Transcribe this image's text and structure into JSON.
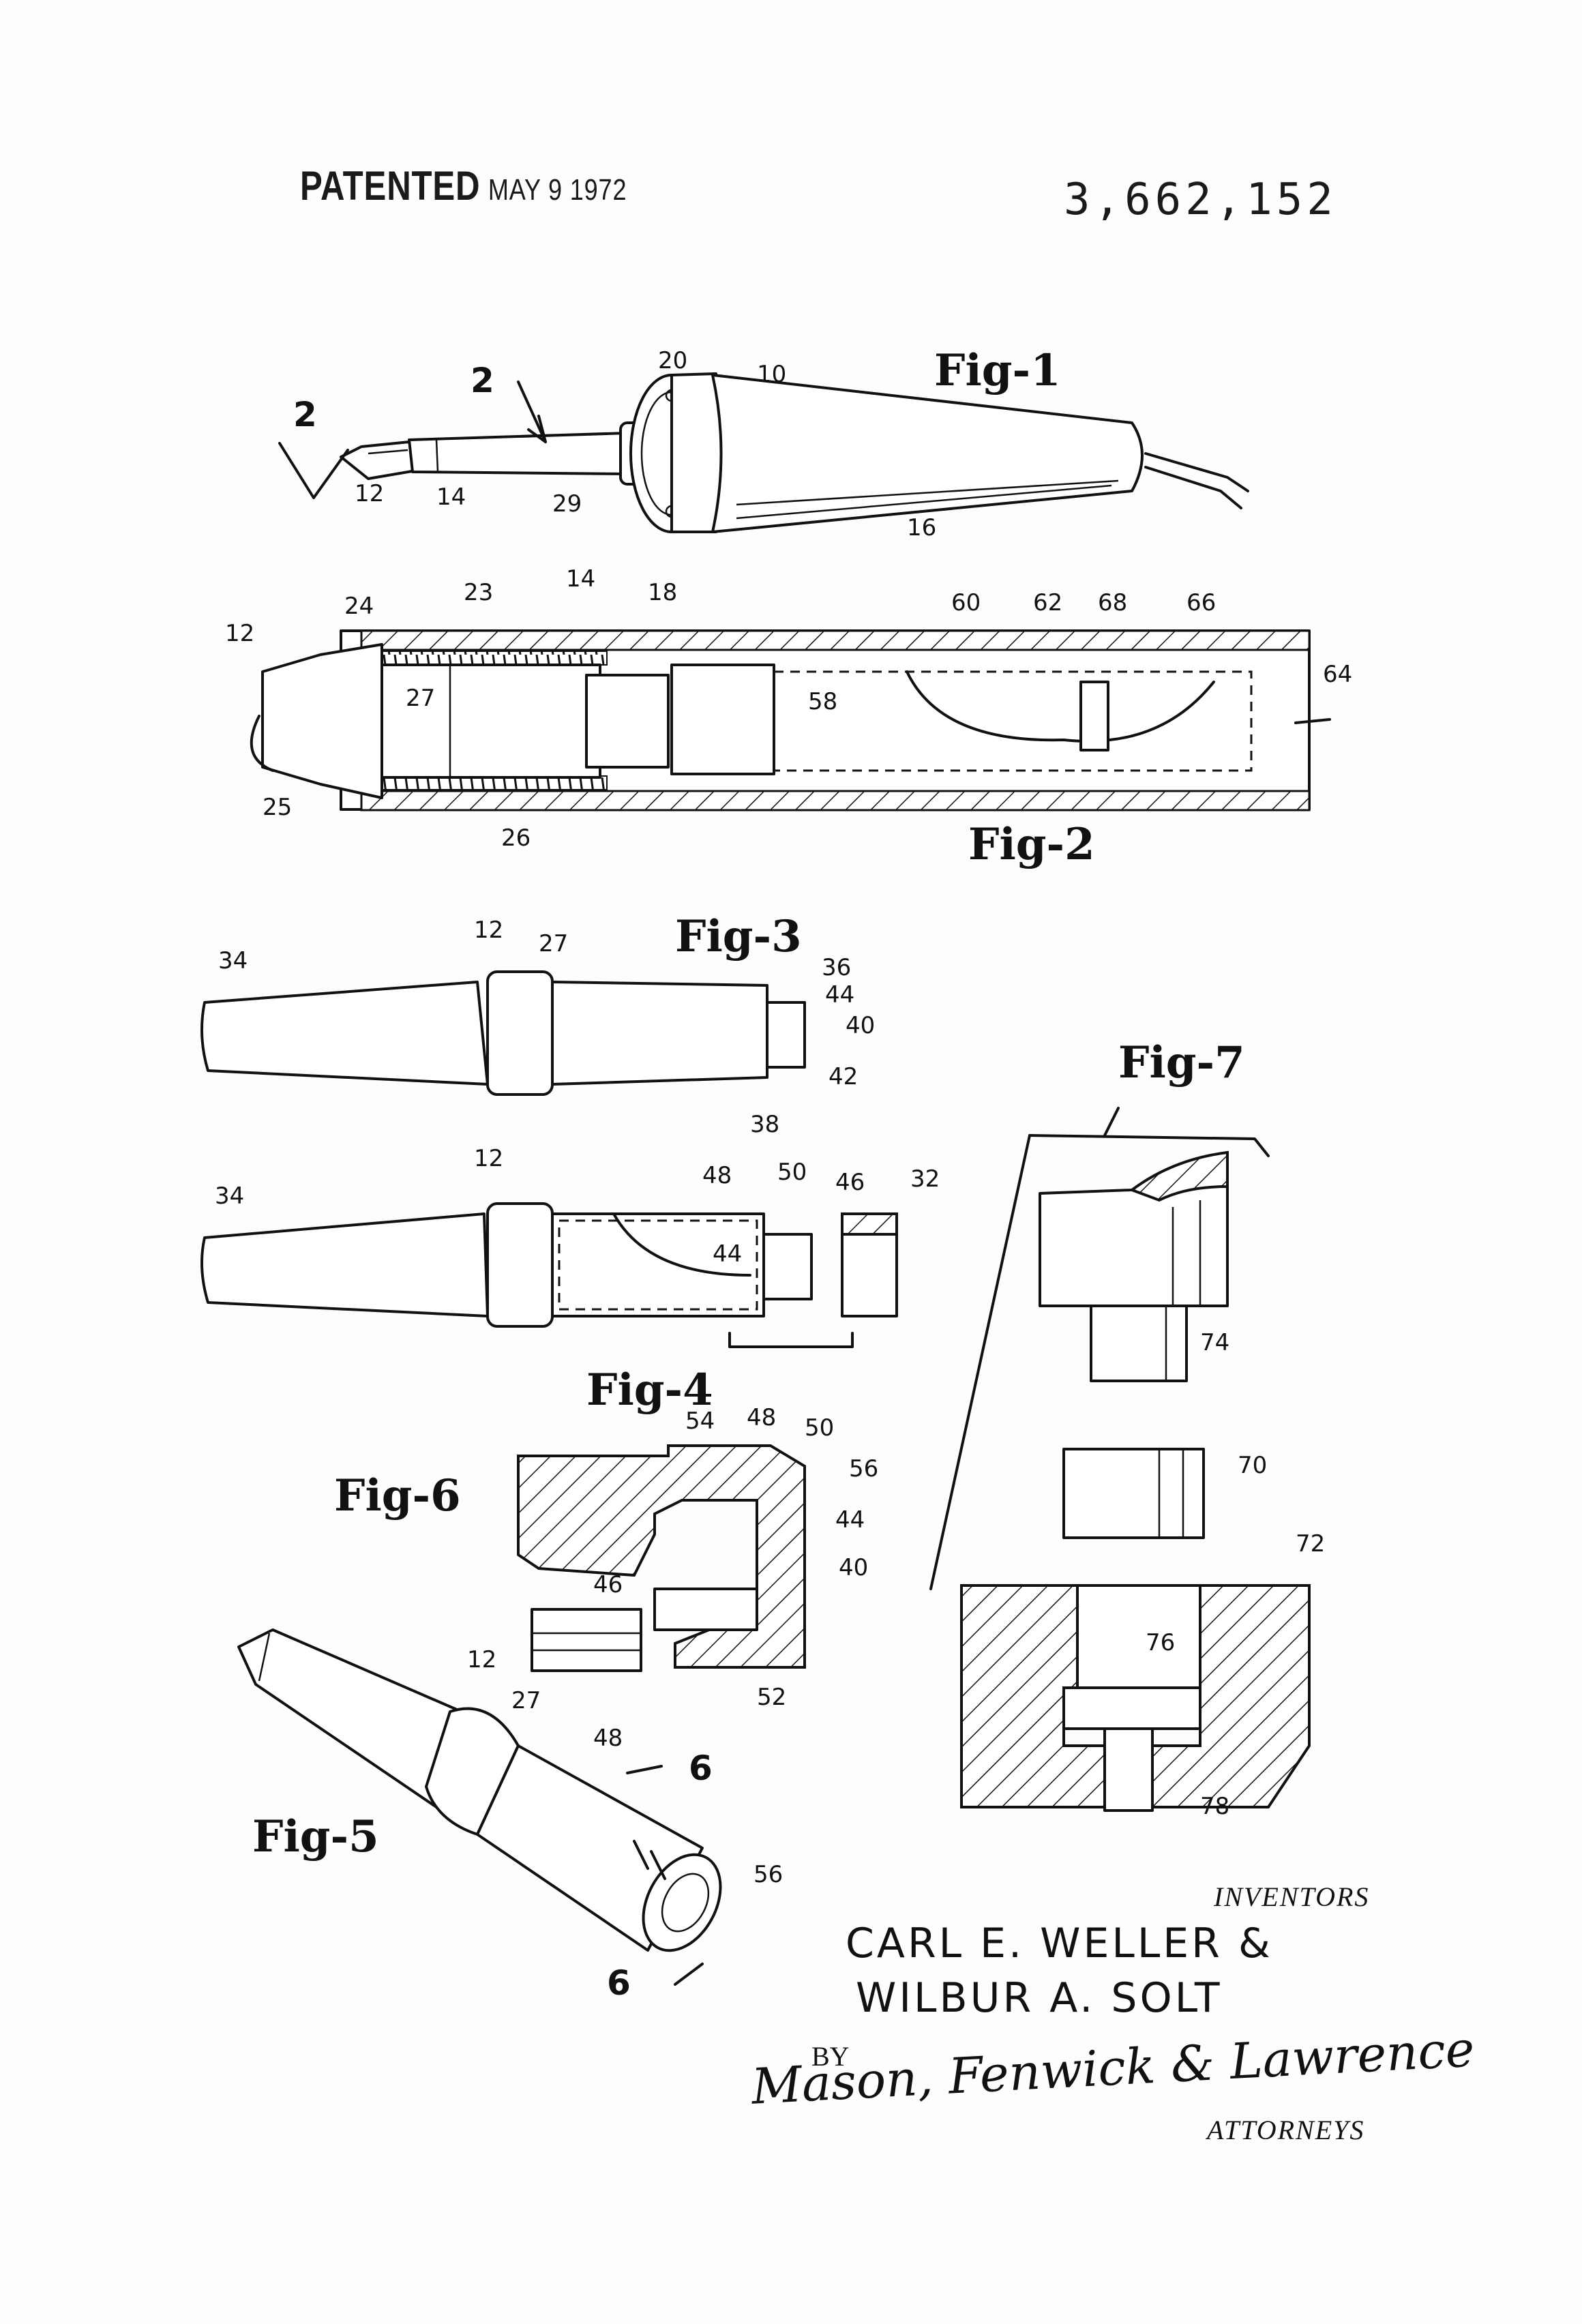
{
  "header": {
    "patented_label": "PATENTED",
    "date": "MAY  9 1972",
    "patent_number": "3,662,152"
  },
  "figures": {
    "fig1": {
      "title": "Fig-1",
      "labels": [
        "2",
        "2",
        "10",
        "20",
        "12",
        "14",
        "29",
        "16"
      ]
    },
    "fig2": {
      "title": "Fig-2",
      "labels": [
        "12",
        "24",
        "23",
        "14",
        "18",
        "60",
        "62",
        "68",
        "66",
        "64",
        "27",
        "58",
        "25",
        "26"
      ]
    },
    "fig3": {
      "title": "Fig-3",
      "labels": [
        "34",
        "12",
        "27",
        "36",
        "44",
        "40",
        "42",
        "38"
      ]
    },
    "fig4": {
      "title": "Fig-4",
      "labels": [
        "12",
        "34",
        "48",
        "50",
        "46",
        "32",
        "44"
      ]
    },
    "fig5": {
      "title": "Fig-5",
      "labels": [
        "12",
        "27",
        "48",
        "6",
        "56",
        "6"
      ]
    },
    "fig6": {
      "title": "Fig-6",
      "labels": [
        "54",
        "48",
        "50",
        "56",
        "44",
        "40",
        "46",
        "52"
      ]
    },
    "fig7": {
      "title": "Fig-7",
      "labels": [
        "74",
        "70",
        "72",
        "76",
        "78"
      ]
    }
  },
  "signature_block": {
    "inventors_caption": "INVENTORS",
    "inventor_1": "CARL E. WELLER &",
    "inventor_2": "WILBUR A. SOLT",
    "by": "BY",
    "attorney_signature": "Mason, Fenwick & Lawrence",
    "attorneys_caption": "ATTORNEYS"
  }
}
